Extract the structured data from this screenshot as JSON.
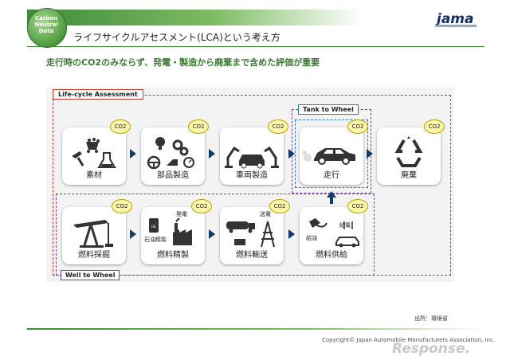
{
  "header": {
    "logo_lines": [
      "Carbon",
      "Neutral",
      "Data"
    ],
    "title": "ライフサイクルアセスメント(LCA)という考え方",
    "brand": "jama"
  },
  "subtitle": "走行時のCO2のみならず、発電・製造から廃棄まで含めた評価が重要",
  "frames": {
    "lca": "Life-cycle Assessment",
    "tank_to_wheel": "Tank to Wheel",
    "well_to_wheel": "Well to Wheel"
  },
  "co2_label": "CO2",
  "top_row": [
    {
      "label": "素材",
      "icon": "materials-icon"
    },
    {
      "label": "部品製造",
      "icon": "parts-icon"
    },
    {
      "label": "車両製造",
      "icon": "factory-robot-icon"
    },
    {
      "label": "走行",
      "icon": "car-icon"
    },
    {
      "label": "廃棄",
      "icon": "recycle-icon"
    }
  ],
  "bottom_row": [
    {
      "label": "燃料採掘",
      "icon": "oil-pump-icon"
    },
    {
      "label": "燃料精製",
      "icon": "refinery-icon",
      "notes": [
        "発電",
        "石油精製"
      ]
    },
    {
      "label": "燃料輸送",
      "icon": "transport-icon",
      "notes": [
        "送電"
      ]
    },
    {
      "label": "燃料供給",
      "icon": "fuel-station-icon",
      "notes": [
        "給電",
        "給油"
      ]
    }
  ],
  "source": "出所：環境省",
  "copyright": "Copyright© Japan Automobile Manufacturers Association, Inc.",
  "watermark": "Response."
}
